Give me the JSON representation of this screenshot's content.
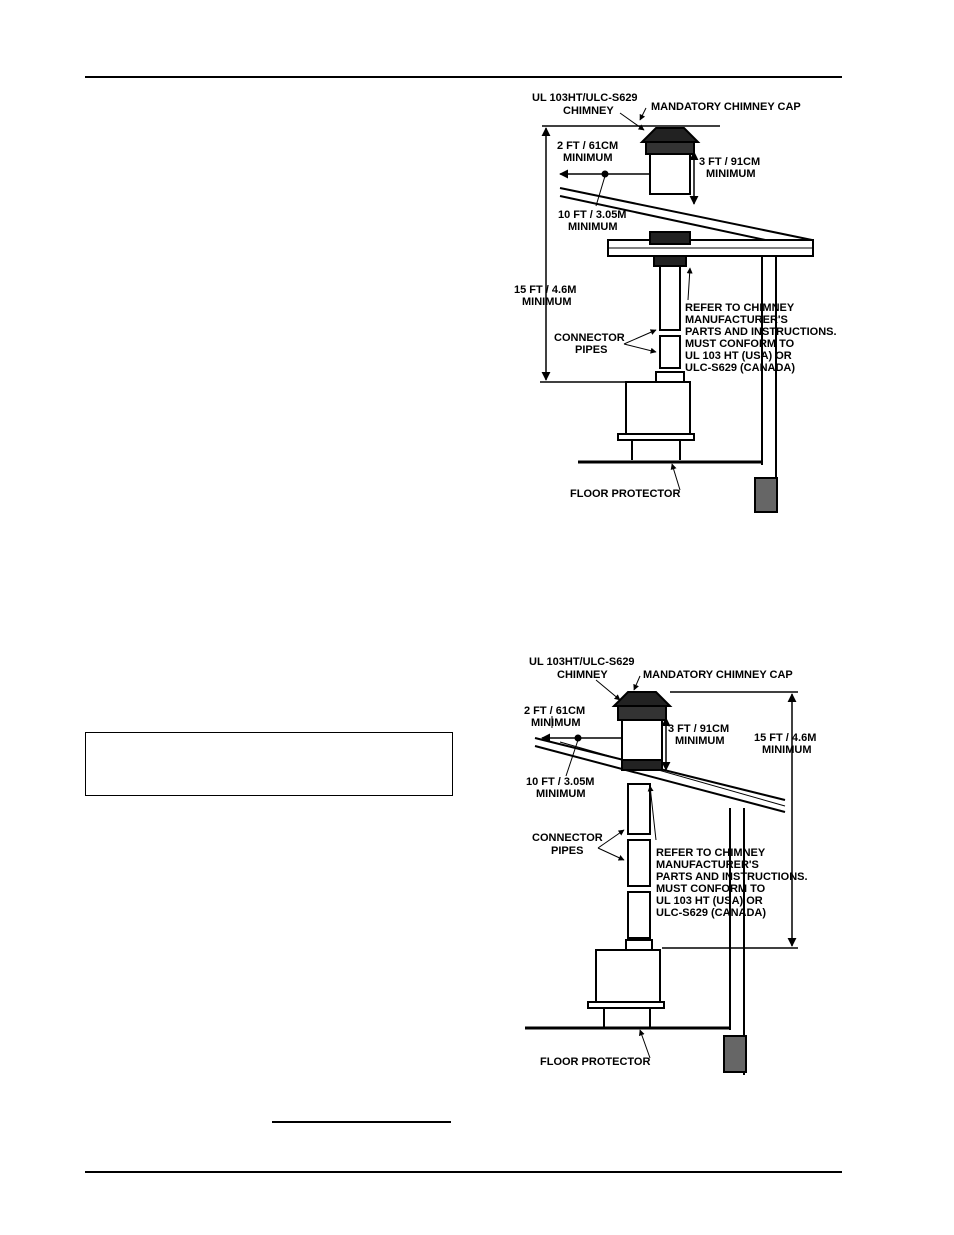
{
  "diagram1": {
    "labels": {
      "chimney_line1": "UL 103HT/ULC-S629",
      "chimney_line2": "CHIMNEY",
      "cap": "MANDATORY CHIMNEY CAP",
      "two_ft_line1": "2 FT / 61CM",
      "two_ft_line2": "MINIMUM",
      "three_ft_line1": "3 FT / 91CM",
      "three_ft_line2": "MINIMUM",
      "ten_ft_line1": "10 FT / 3.05M",
      "ten_ft_line2": "MINIMUM",
      "fifteen_ft_line1": "15 FT / 4.6M",
      "fifteen_ft_line2": "MINIMUM",
      "connector_line1": "CONNECTOR",
      "connector_line2": "PIPES",
      "refer_line1": "REFER TO CHIMNEY",
      "refer_line2": "MANUFACTURER'S",
      "refer_line3": "PARTS AND INSTRUCTIONS.",
      "refer_line4": "MUST CONFORM TO",
      "refer_line5": "UL 103 HT (USA) OR",
      "refer_line6": "ULC-S629 (CANADA)",
      "floor": "FLOOR PROTECTOR"
    }
  },
  "diagram2": {
    "labels": {
      "chimney_line1": "UL 103HT/ULC-S629",
      "chimney_line2": "CHIMNEY",
      "cap": "MANDATORY CHIMNEY CAP",
      "two_ft_line1": "2 FT / 61CM",
      "two_ft_line2": "MINIMUM",
      "three_ft_line1": "3 FT / 91CM",
      "three_ft_line2": "MINIMUM",
      "ten_ft_line1": "10 FT / 3.05M",
      "ten_ft_line2": "MINIMUM",
      "fifteen_ft_line1": "15 FT / 4.6M",
      "fifteen_ft_line2": "MINIMUM",
      "connector_line1": "CONNECTOR",
      "connector_line2": "PIPES",
      "refer_line1": "REFER TO CHIMNEY",
      "refer_line2": "MANUFACTURER'S",
      "refer_line3": "PARTS AND INSTRUCTIONS.",
      "refer_line4": "MUST CONFORM TO",
      "refer_line5": "UL 103 HT (USA) OR",
      "refer_line6": "ULC-S629 (CANADA)",
      "floor": "FLOOR PROTECTOR"
    }
  }
}
